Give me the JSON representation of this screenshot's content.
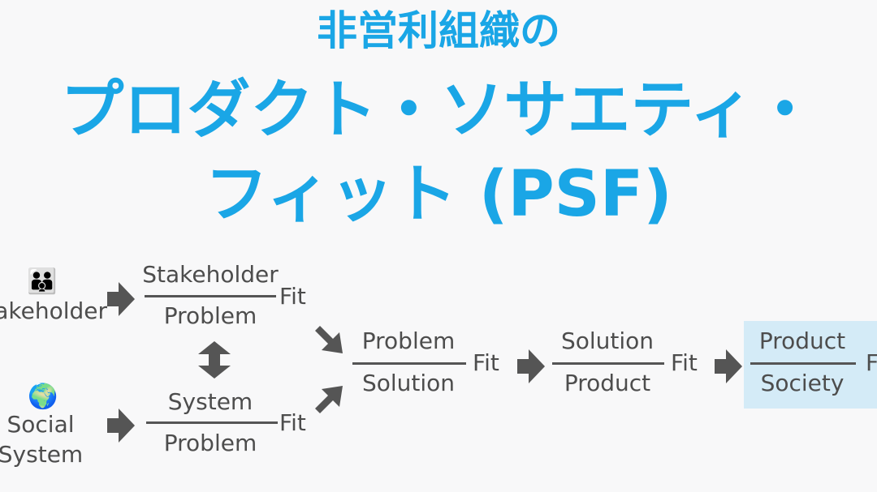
{
  "title": {
    "line1": "非営利組織の",
    "line2": "プロダクト・ソサエティ・",
    "line3": "フィット (PSF)"
  },
  "left": {
    "stakeholder": {
      "emoji": "👪",
      "label": "Stakeholder"
    },
    "social_system": {
      "emoji": "🌍",
      "label_1": "Social",
      "label_2": "System"
    }
  },
  "fits": {
    "stakeholder_problem": {
      "top": "Stakeholder",
      "bottom": "Problem",
      "suffix": "Fit"
    },
    "system_problem": {
      "top": "System",
      "bottom": "Problem",
      "suffix": "Fit"
    },
    "problem_solution": {
      "top": "Problem",
      "bottom": "Solution",
      "suffix": "Fit"
    },
    "solution_product": {
      "top": "Solution",
      "bottom": "Product",
      "suffix": "Fit"
    },
    "product_society": {
      "top": "Product",
      "bottom": "Society",
      "suffix": "Fit"
    }
  },
  "colors": {
    "title": "#1aa6e6",
    "arrow": "#555555",
    "highlight": "#d4ebf7"
  },
  "icons": [
    "family-icon",
    "globe-icon",
    "right-arrow-icon",
    "updown-arrow-icon",
    "diagonal-down-arrow-icon",
    "diagonal-up-arrow-icon"
  ]
}
